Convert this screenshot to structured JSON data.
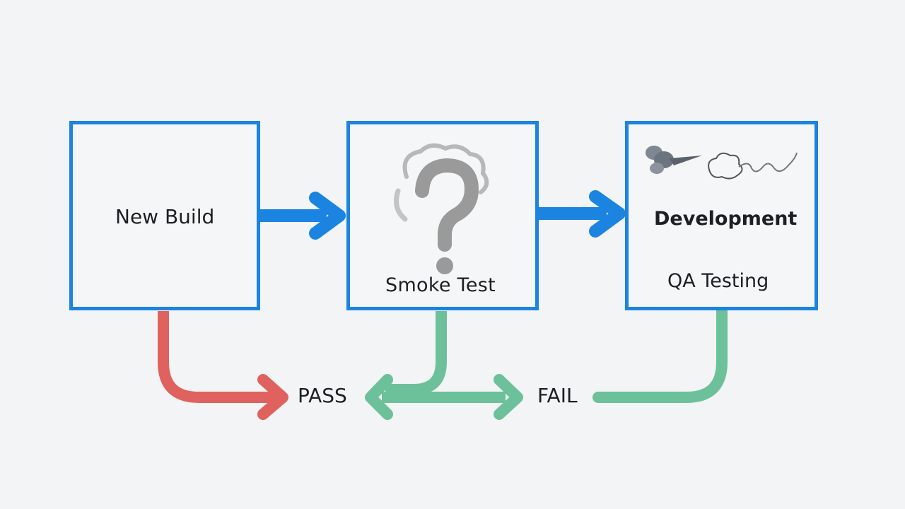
{
  "diagram": {
    "nodes": {
      "new_build": "New Build",
      "smoke_test": "Smoke Test",
      "development": "Development",
      "qa_testing": "QA Testing"
    },
    "outcomes": {
      "pass": "PASS",
      "fail": "FAIL"
    },
    "colors": {
      "box_border": "#1a84e0",
      "flow_arrow": "#1a84e0",
      "red_arrow": "#e0625f",
      "green_arrow": "#6cc19a",
      "icon_gray": "#9a9a9a"
    },
    "icons": {
      "smoke_test": "question-smoke-icon",
      "development": "steam-icon"
    }
  }
}
